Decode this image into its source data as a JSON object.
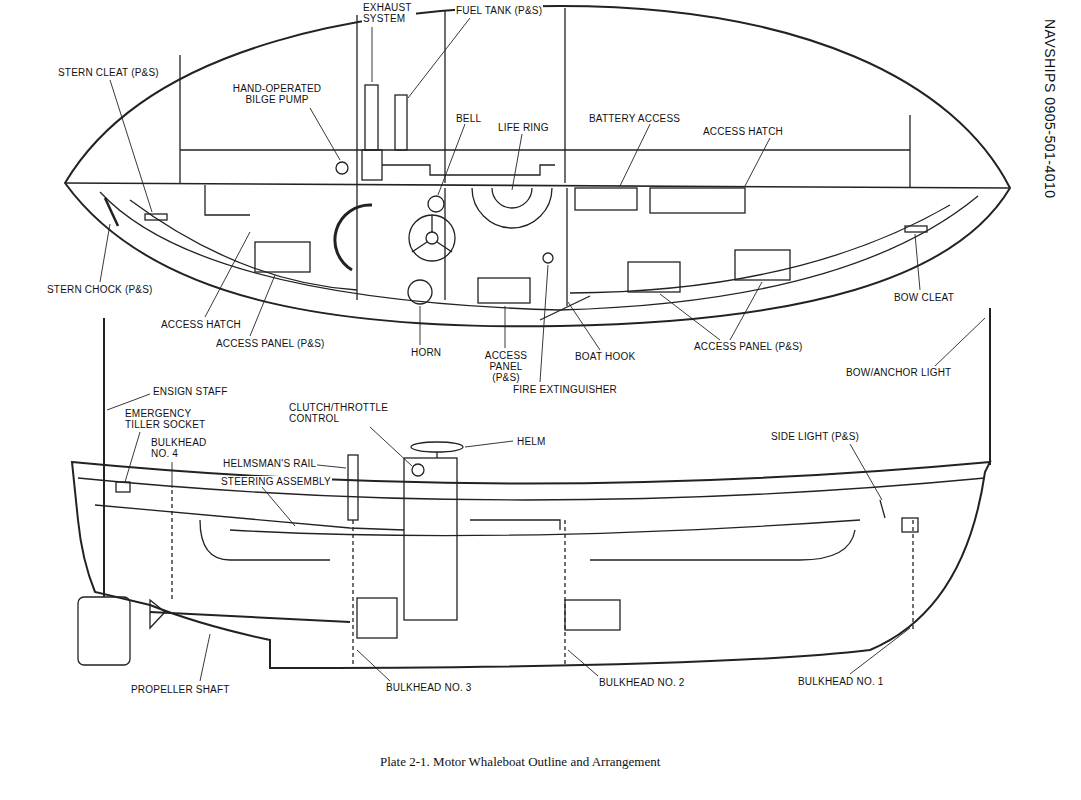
{
  "diagram": {
    "caption": "Plate 2-1. Motor Whaleboat Outline and Arrangement",
    "labels": [
      "EXHAUST SYSTEM",
      "FUEL TANK (P&S)",
      "STERN CLEAT (P&S)",
      "HAND-OPERATED BILGE PUMP",
      "BELL",
      "LIFE RING",
      "BATTERY ACCESS",
      "ACCESS HATCH",
      "STERN CHOCK (P&S)",
      "BOW CLEAT",
      "ACCESS HATCH",
      "ACCESS PANEL (P&S)",
      "HORN",
      "ACCESS PANEL (P&S)",
      "BOAT HOOK",
      "ACCESS PANEL (P&S)",
      "FIRE EXTINGUISHER",
      "BOW/ANCHOR LIGHT",
      "ENSIGN STAFF",
      "EMERGENCY TILLER SOCKET",
      "CLUTCH/THROTTLE CONTROL",
      "HELM",
      "BULKHEAD NO. 4",
      "HELMSMAN'S RAIL",
      "STEERING ASSEMBLY",
      "SIDE LIGHT (P&S)",
      "PROPELLER SHAFT",
      "BULKHEAD NO. 3",
      "BULKHEAD NO. 2",
      "BULKHEAD NO. 1",
      "NAVSHIPS 0905-501-4010"
    ]
  }
}
